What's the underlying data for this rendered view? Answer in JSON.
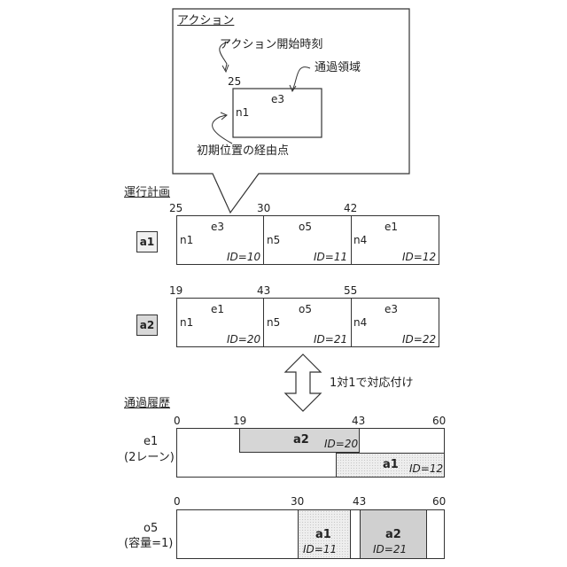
{
  "action": {
    "heading": "アクション",
    "start_time_label": "アクション開始時刻",
    "start_time_value": "25",
    "area_label": "通過領域",
    "edge": "e3",
    "node": "n1",
    "waypoint_label": "初期位置の経由点"
  },
  "plan": {
    "heading": "運行計画",
    "a1": {
      "badge": "a1",
      "times": [
        "25",
        "30",
        "42"
      ],
      "segments": [
        {
          "edge": "e3",
          "node": "n1",
          "id": "ID=10"
        },
        {
          "edge": "o5",
          "node": "n5",
          "id": "ID=11"
        },
        {
          "edge": "e1",
          "node": "n4",
          "id": "ID=12"
        }
      ]
    },
    "a2": {
      "badge": "a2",
      "times": [
        "19",
        "43",
        "55"
      ],
      "segments": [
        {
          "edge": "e1",
          "node": "n1",
          "id": "ID=20"
        },
        {
          "edge": "o5",
          "node": "n5",
          "id": "ID=21"
        },
        {
          "edge": "e3",
          "node": "n4",
          "id": "ID=22"
        }
      ]
    }
  },
  "correspondence_label": "1対1で対応付け",
  "history": {
    "heading": "通過履歴",
    "e1": {
      "name": "e1",
      "note": "(2レーン)",
      "ticks": [
        "0",
        "19",
        "43",
        "60"
      ],
      "bars": [
        {
          "agent": "a2",
          "id": "ID=20",
          "color": "#d6d6d6"
        },
        {
          "agent": "a1",
          "id": "ID=12",
          "color": "#eeeeee"
        }
      ]
    },
    "o5": {
      "name": "o5",
      "note": "(容量=1)",
      "ticks": [
        "0",
        "30",
        "43",
        "60"
      ],
      "bars": [
        {
          "agent": "a1",
          "id": "ID=11",
          "color": "#eeeeee"
        },
        {
          "agent": "a2",
          "id": "ID=21",
          "color": "#d0d0d0"
        }
      ]
    }
  }
}
